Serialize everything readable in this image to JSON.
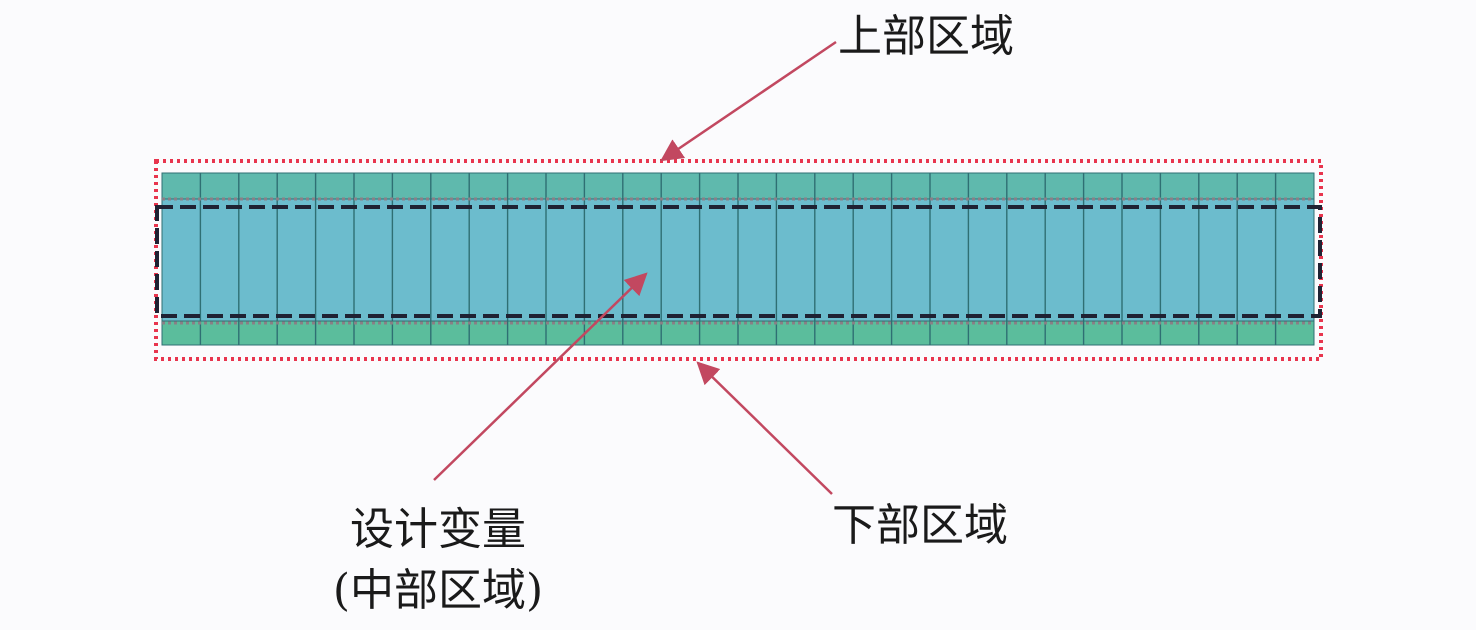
{
  "labels": {
    "upper_region": "上部区域",
    "lower_region": "下部区域",
    "design_variable_line1": "设计变量",
    "design_variable_line2": "(中部区域)"
  },
  "colors": {
    "background": "#fbfbfd",
    "upper_strip": "#5fb9ad",
    "middle_band": "#6cbccd",
    "lower_strip": "#5bbd9c",
    "cell_line": "#2f6f73",
    "red_outline": "#e8354e",
    "black_outline": "#1f2233",
    "arrow": "#c24860"
  },
  "structure": {
    "cell_count": 30
  }
}
